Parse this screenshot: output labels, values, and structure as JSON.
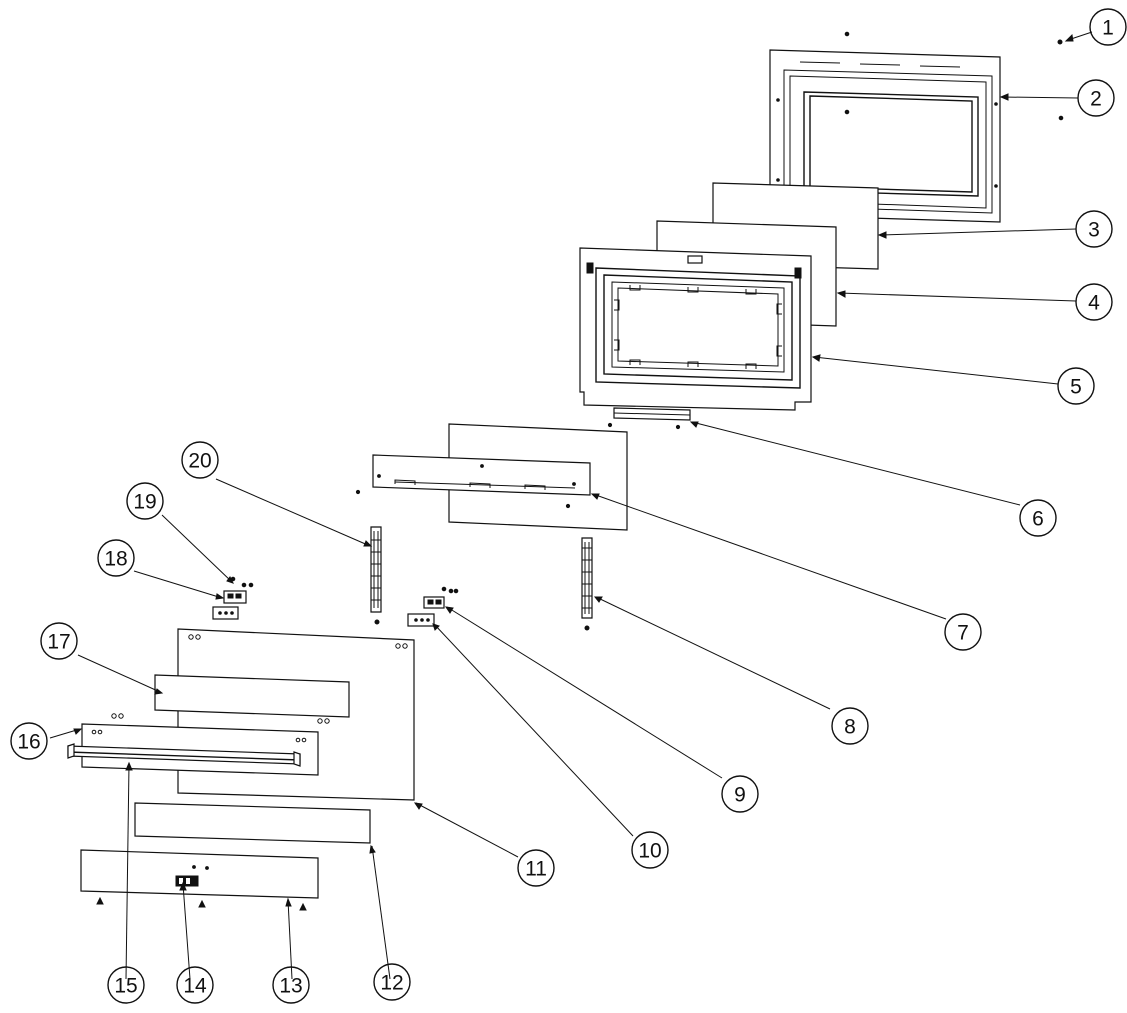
{
  "diagram": {
    "callouts": [
      {
        "id": "callout-1",
        "label": "1"
      },
      {
        "id": "callout-2",
        "label": "2"
      },
      {
        "id": "callout-3",
        "label": "3"
      },
      {
        "id": "callout-4",
        "label": "4"
      },
      {
        "id": "callout-5",
        "label": "5"
      },
      {
        "id": "callout-6",
        "label": "6"
      },
      {
        "id": "callout-7",
        "label": "7"
      },
      {
        "id": "callout-8",
        "label": "8"
      },
      {
        "id": "callout-9",
        "label": "9"
      },
      {
        "id": "callout-10",
        "label": "10"
      },
      {
        "id": "callout-11",
        "label": "11"
      },
      {
        "id": "callout-12",
        "label": "12"
      },
      {
        "id": "callout-13",
        "label": "13"
      },
      {
        "id": "callout-14",
        "label": "14"
      },
      {
        "id": "callout-15",
        "label": "15"
      },
      {
        "id": "callout-16",
        "label": "16"
      },
      {
        "id": "callout-17",
        "label": "17"
      },
      {
        "id": "callout-18",
        "label": "18"
      },
      {
        "id": "callout-19",
        "label": "19"
      },
      {
        "id": "callout-20",
        "label": "20"
      }
    ]
  }
}
